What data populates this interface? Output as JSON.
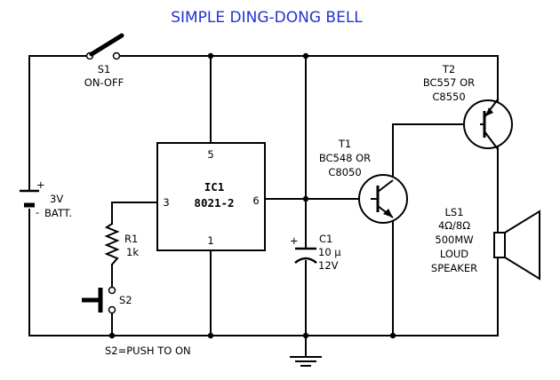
{
  "title": "SIMPLE DING-DONG BELL",
  "switch": {
    "ref": "S1",
    "label": "ON-OFF"
  },
  "battery": {
    "voltage": "3V",
    "label": "BATT.",
    "plus": "+",
    "minus": "-"
  },
  "ic": {
    "ref": "IC1",
    "part": "8021-2",
    "pins": {
      "top": "5",
      "left": "3",
      "right": "6",
      "bottom": "1"
    }
  },
  "resistor": {
    "ref": "R1",
    "value": "1k"
  },
  "pushbutton": {
    "ref": "S2",
    "note": "S2=PUSH TO ON"
  },
  "capacitor": {
    "plus": "+",
    "ref": "C1",
    "value": "10 μ",
    "voltage": "12V"
  },
  "t1": {
    "ref": "T1",
    "part": "BC548 OR",
    "alt": "C8050"
  },
  "t2": {
    "ref": "T2",
    "part": "BC557 OR",
    "alt": "C8550"
  },
  "speaker": {
    "ref": "LS1",
    "impedance": "4Ω/8Ω",
    "power": "500MW",
    "line1": "LOUD",
    "line2": "SPEAKER"
  }
}
